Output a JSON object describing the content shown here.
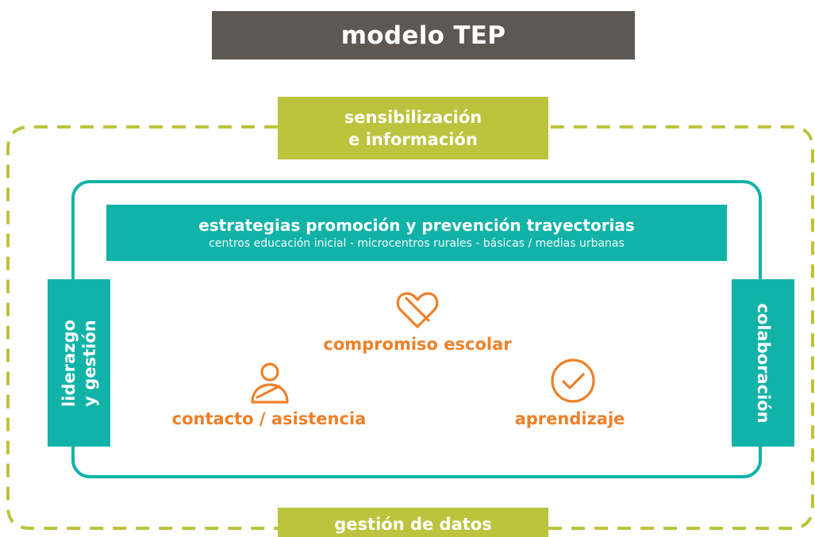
{
  "title": "modelo TEP",
  "outer_frame": {
    "top_label": [
      "sensibilización",
      "e información"
    ],
    "bottom_label": "gestión de datos"
  },
  "inner_frame": {
    "strategies": {
      "title": "estrategias promoción y prevención trayectorias",
      "subtitle": "centros educación inicial - microcentros rurales - básicas / medias urbanas"
    },
    "left_label": [
      "liderazgo",
      "y gestión"
    ],
    "right_label": "colaboración"
  },
  "dimensions": [
    {
      "label": "compromiso escolar",
      "icon": "heart-icon"
    },
    {
      "label": "contacto / asistencia",
      "icon": "person-icon"
    },
    {
      "label": "aprendizaje",
      "icon": "check-circle-icon"
    }
  ],
  "colors": {
    "title_bg": "#5e5852",
    "olive": "#bcc33d",
    "teal": "#11b3a8",
    "orange": "#ee8029",
    "white": "#ffffff"
  }
}
